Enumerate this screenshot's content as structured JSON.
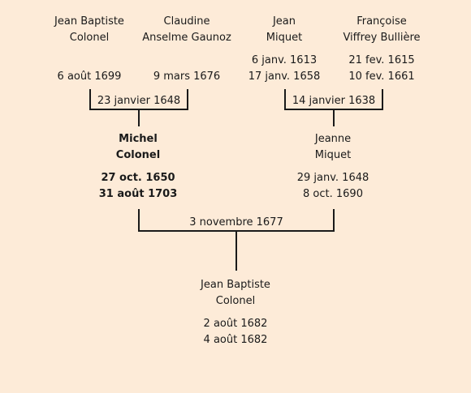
{
  "tree": {
    "grandparents_paternal": {
      "father": {
        "name_line1": "Jean Baptiste",
        "name_line2": "Colonel",
        "birth": "",
        "death": "6 août 1699"
      },
      "mother": {
        "name_line1": "Claudine",
        "name_line2": "Anselme Gaunoz",
        "birth": "",
        "death": "9 mars 1676"
      },
      "marriage": "23 janvier 1648"
    },
    "grandparents_maternal": {
      "father": {
        "name_line1": "Jean",
        "name_line2": "Miquet",
        "birth": "6 janv. 1613",
        "death": "17 janv. 1658"
      },
      "mother": {
        "name_line1": "Françoise",
        "name_line2": "Viffrey Bullière",
        "birth": "21 fev. 1615",
        "death": "10 fev. 1661"
      },
      "marriage": "14 janvier 1638"
    },
    "parents": {
      "father": {
        "name_line1": "Michel",
        "name_line2": "Colonel",
        "birth": "27 oct. 1650",
        "death": "31 août 1703"
      },
      "mother": {
        "name_line1": "Jeanne",
        "name_line2": "Miquet",
        "birth": "29 janv. 1648",
        "death": "8 oct. 1690"
      },
      "marriage": "3 novembre 1677"
    },
    "child": {
      "name_line1": "Jean Baptiste",
      "name_line2": "Colonel",
      "birth": "2 août 1682",
      "death": "4 août 1682"
    }
  }
}
